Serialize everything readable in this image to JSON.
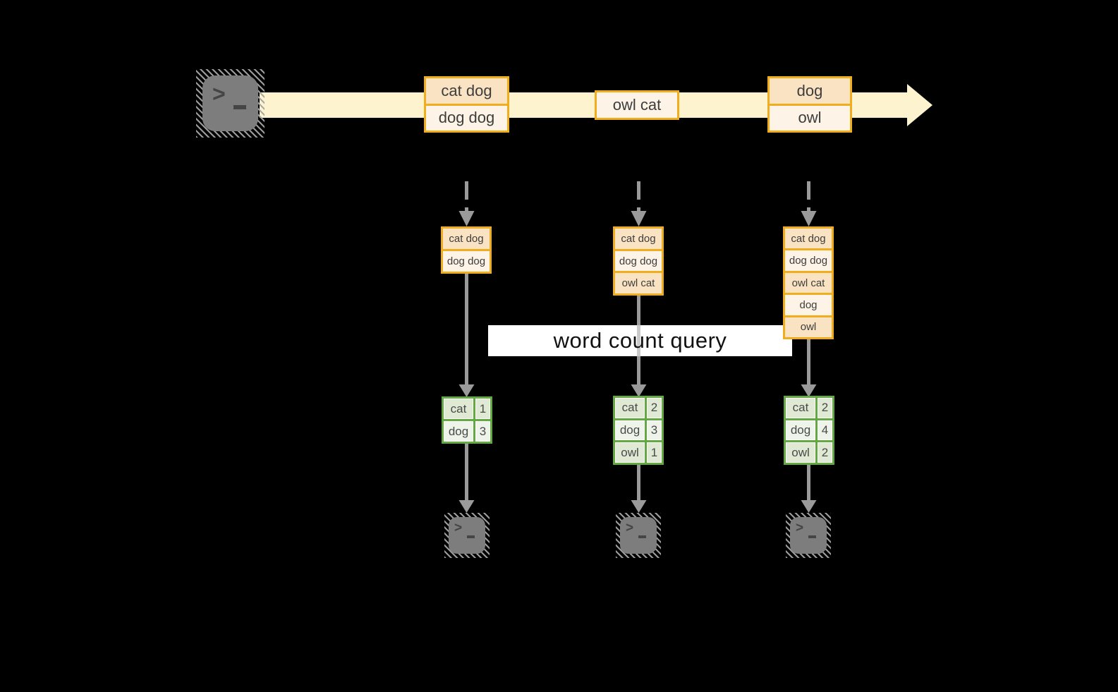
{
  "colors": {
    "background": "#000000",
    "stream_band": "#fdf3cf",
    "event_box_border": "#f0ad1e",
    "event_box_fill_peach": "#fae3c2",
    "event_box_fill_cream": "#fdf3e6",
    "count_table_border": "#64a844",
    "count_cell_green": "#dfe9d4",
    "count_cell_light": "#eef4e9",
    "arrow_gray": "#9a9a9a",
    "terminal_gray": "#7d7d7d",
    "query_bar_bg": "#ffffff",
    "query_text": "#111111"
  },
  "icons": {
    "source": "terminal-icon",
    "sinks": [
      "terminal-icon",
      "terminal-icon",
      "terminal-icon"
    ],
    "prompt_glyph": ">"
  },
  "stream": {
    "events": [
      {
        "lines": [
          "cat dog",
          "dog dog"
        ]
      },
      {
        "lines": [
          "owl cat"
        ]
      },
      {
        "lines": [
          "dog",
          "owl"
        ]
      }
    ]
  },
  "query_label": "word count query",
  "columns": [
    {
      "batch_lines": [
        "cat dog",
        "dog dog"
      ],
      "counts": [
        {
          "word": "cat",
          "n": "1"
        },
        {
          "word": "dog",
          "n": "3"
        }
      ]
    },
    {
      "batch_lines": [
        "cat dog",
        "dog dog",
        "owl cat"
      ],
      "counts": [
        {
          "word": "cat",
          "n": "2"
        },
        {
          "word": "dog",
          "n": "3"
        },
        {
          "word": "owl",
          "n": "1"
        }
      ]
    },
    {
      "batch_lines": [
        "cat dog",
        "dog dog",
        "owl cat",
        "dog",
        "owl"
      ],
      "counts": [
        {
          "word": "cat",
          "n": "2"
        },
        {
          "word": "dog",
          "n": "4"
        },
        {
          "word": "owl",
          "n": "2"
        }
      ]
    }
  ]
}
